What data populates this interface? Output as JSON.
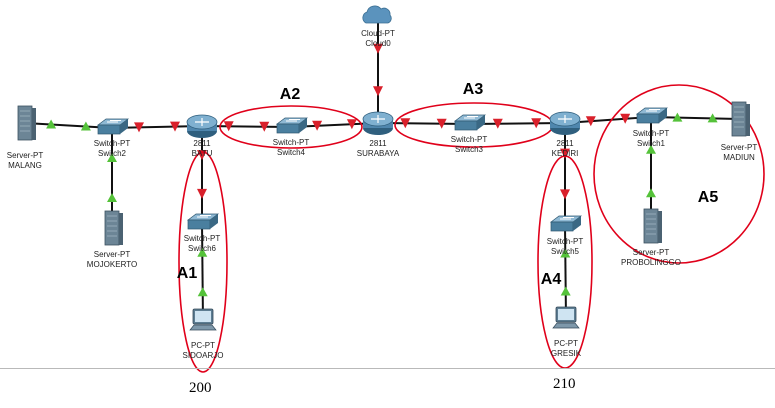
{
  "devices": {
    "server_malang": {
      "type": "Server-PT",
      "name": "MALANG",
      "icon": "server-icon"
    },
    "switch2": {
      "type": "Switch-PT",
      "name": "Switch2",
      "icon": "switch-icon"
    },
    "server_mojokerto": {
      "type": "Server-PT",
      "name": "MOJOKERTO",
      "icon": "server-icon"
    },
    "router_batu": {
      "type": "2811",
      "name": "BATU",
      "icon": "router-icon"
    },
    "switch6": {
      "type": "Switch-PT",
      "name": "Switch6",
      "icon": "switch-icon"
    },
    "pc_sidoarjo": {
      "type": "PC-PT",
      "name": "SIDOARJO",
      "icon": "pc-icon"
    },
    "switch4": {
      "type": "Switch-PT",
      "name": "Switch4",
      "icon": "switch-icon"
    },
    "cloud0": {
      "type": "Cloud-PT",
      "name": "Cloud0",
      "icon": "cloud-icon"
    },
    "router_surabaya": {
      "type": "2811",
      "name": "SURABAYA",
      "icon": "router-icon"
    },
    "switch3": {
      "type": "Switch-PT",
      "name": "Switch3",
      "icon": "switch-icon"
    },
    "router_kediri": {
      "type": "2811",
      "name": "KEDIRI",
      "icon": "router-icon"
    },
    "switch5": {
      "type": "Switch-PT",
      "name": "Switch5",
      "icon": "switch-icon"
    },
    "pc_gresik": {
      "type": "PC-PT",
      "name": "GRESIK",
      "icon": "pc-icon"
    },
    "switch1": {
      "type": "Switch-PT",
      "name": "Switch1",
      "icon": "switch-icon"
    },
    "server_probolinggo": {
      "type": "Server-PT",
      "name": "PROBOLINGGO",
      "icon": "server-icon"
    },
    "server_madiun": {
      "type": "Server-PT",
      "name": "MADIUN",
      "icon": "server-icon"
    }
  },
  "links": [
    {
      "a": "server_malang",
      "b": "switch2",
      "status": "up"
    },
    {
      "a": "switch2",
      "b": "server_mojokerto",
      "status": "up"
    },
    {
      "a": "switch2",
      "b": "router_batu",
      "status": "down"
    },
    {
      "a": "router_batu",
      "b": "switch6",
      "status": "down"
    },
    {
      "a": "switch6",
      "b": "pc_sidoarjo",
      "status": "up"
    },
    {
      "a": "router_batu",
      "b": "switch4",
      "status": "down"
    },
    {
      "a": "switch4",
      "b": "router_surabaya",
      "status": "down"
    },
    {
      "a": "cloud0",
      "b": "router_surabaya",
      "status": "down"
    },
    {
      "a": "router_surabaya",
      "b": "switch3",
      "status": "down"
    },
    {
      "a": "switch3",
      "b": "router_kediri",
      "status": "down"
    },
    {
      "a": "router_kediri",
      "b": "switch5",
      "status": "down"
    },
    {
      "a": "switch5",
      "b": "pc_gresik",
      "status": "up"
    },
    {
      "a": "router_kediri",
      "b": "switch1",
      "status": "down"
    },
    {
      "a": "switch1",
      "b": "server_probolinggo",
      "status": "up"
    },
    {
      "a": "switch1",
      "b": "server_madiun",
      "status": "up"
    }
  ],
  "areas": {
    "a1": "A1",
    "a2": "A2",
    "a3": "A3",
    "a4": "A4",
    "a5": "A5"
  },
  "bottom": {
    "left_value": "200",
    "right_value": "210"
  },
  "colors": {
    "link": "#111111",
    "up": "#55c23a",
    "down": "#d9202b",
    "area_outline": "#e0001a",
    "router": "#4f86ad",
    "switch": "#4a7f9f",
    "server": "#6c8596",
    "cloud": "#5b93bd"
  }
}
